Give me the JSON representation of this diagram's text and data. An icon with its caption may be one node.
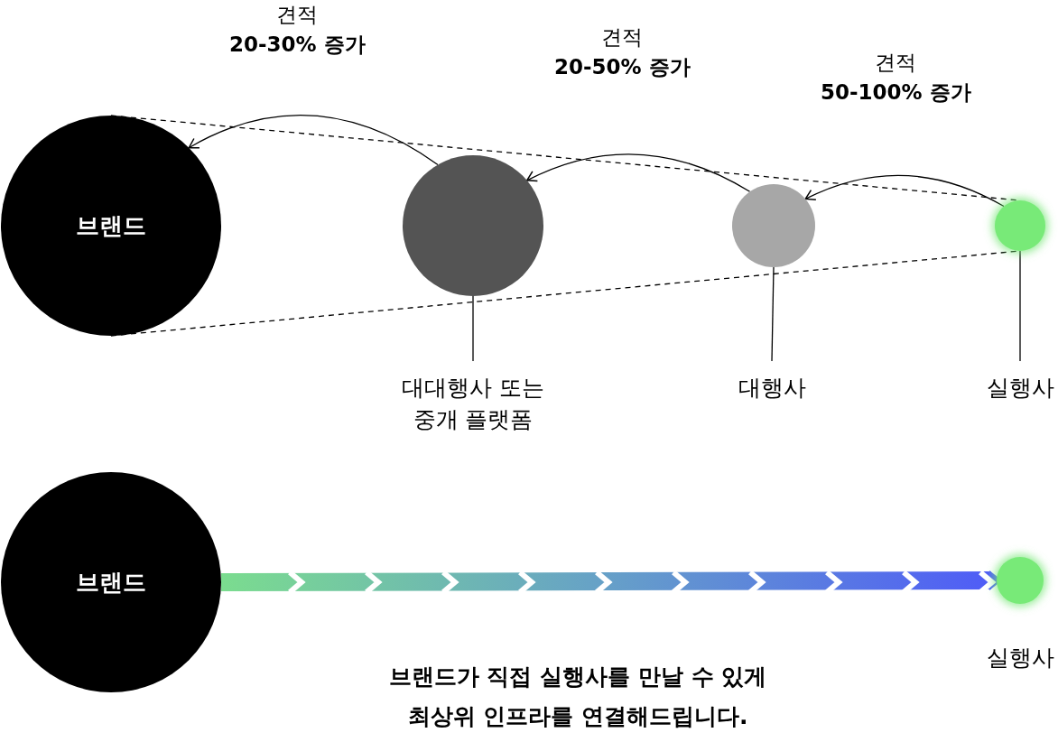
{
  "diagram": {
    "caption": "브랜드가 직접 실행사를 만날 수 있게 최상위 인프라를 연결해드립니다.",
    "nodes": [
      {
        "text": [
          "브랜드"
        ]
      },
      {
        "text": [],
        "shape": "circle"
      },
      {
        "text": [],
        "shape": "circle"
      },
      {
        "text": [],
        "shape": "circle"
      },
      {
        "text": [
          "대대행사 또는 중개 플랫폼"
        ]
      },
      {
        "text": [
          "대행사"
        ]
      },
      {
        "text": [
          "실행사"
        ]
      },
      {
        "text": [
          "브랜드"
        ]
      },
      {
        "text": [],
        "shape": "circle",
        "beside": [
          "실행사"
        ]
      }
    ],
    "edges": [
      {
        "from": 1,
        "to": 0,
        "arrow": "to",
        "label": "견적 **20-30% 증가**"
      },
      {
        "from": 2,
        "to": 1,
        "arrow": "to",
        "label": "견적 **20-50% 증가**"
      },
      {
        "from": 3,
        "to": 2,
        "arrow": "to",
        "label": "견적 **50-100% 증가**"
      },
      {
        "from": 0,
        "to": 3,
        "arrow": "none",
        "style": "dashed"
      },
      {
        "from": 0,
        "to": 3,
        "arrow": "none",
        "style": "dashed"
      },
      {
        "from": 4,
        "to": 1,
        "arrow": "none"
      },
      {
        "from": 5,
        "to": 2,
        "arrow": "none"
      },
      {
        "from": 6,
        "to": 3,
        "arrow": "none"
      },
      {
        "from": 7,
        "to": 8,
        "arrow": "to",
        "style": "thick"
      }
    ]
  }
}
